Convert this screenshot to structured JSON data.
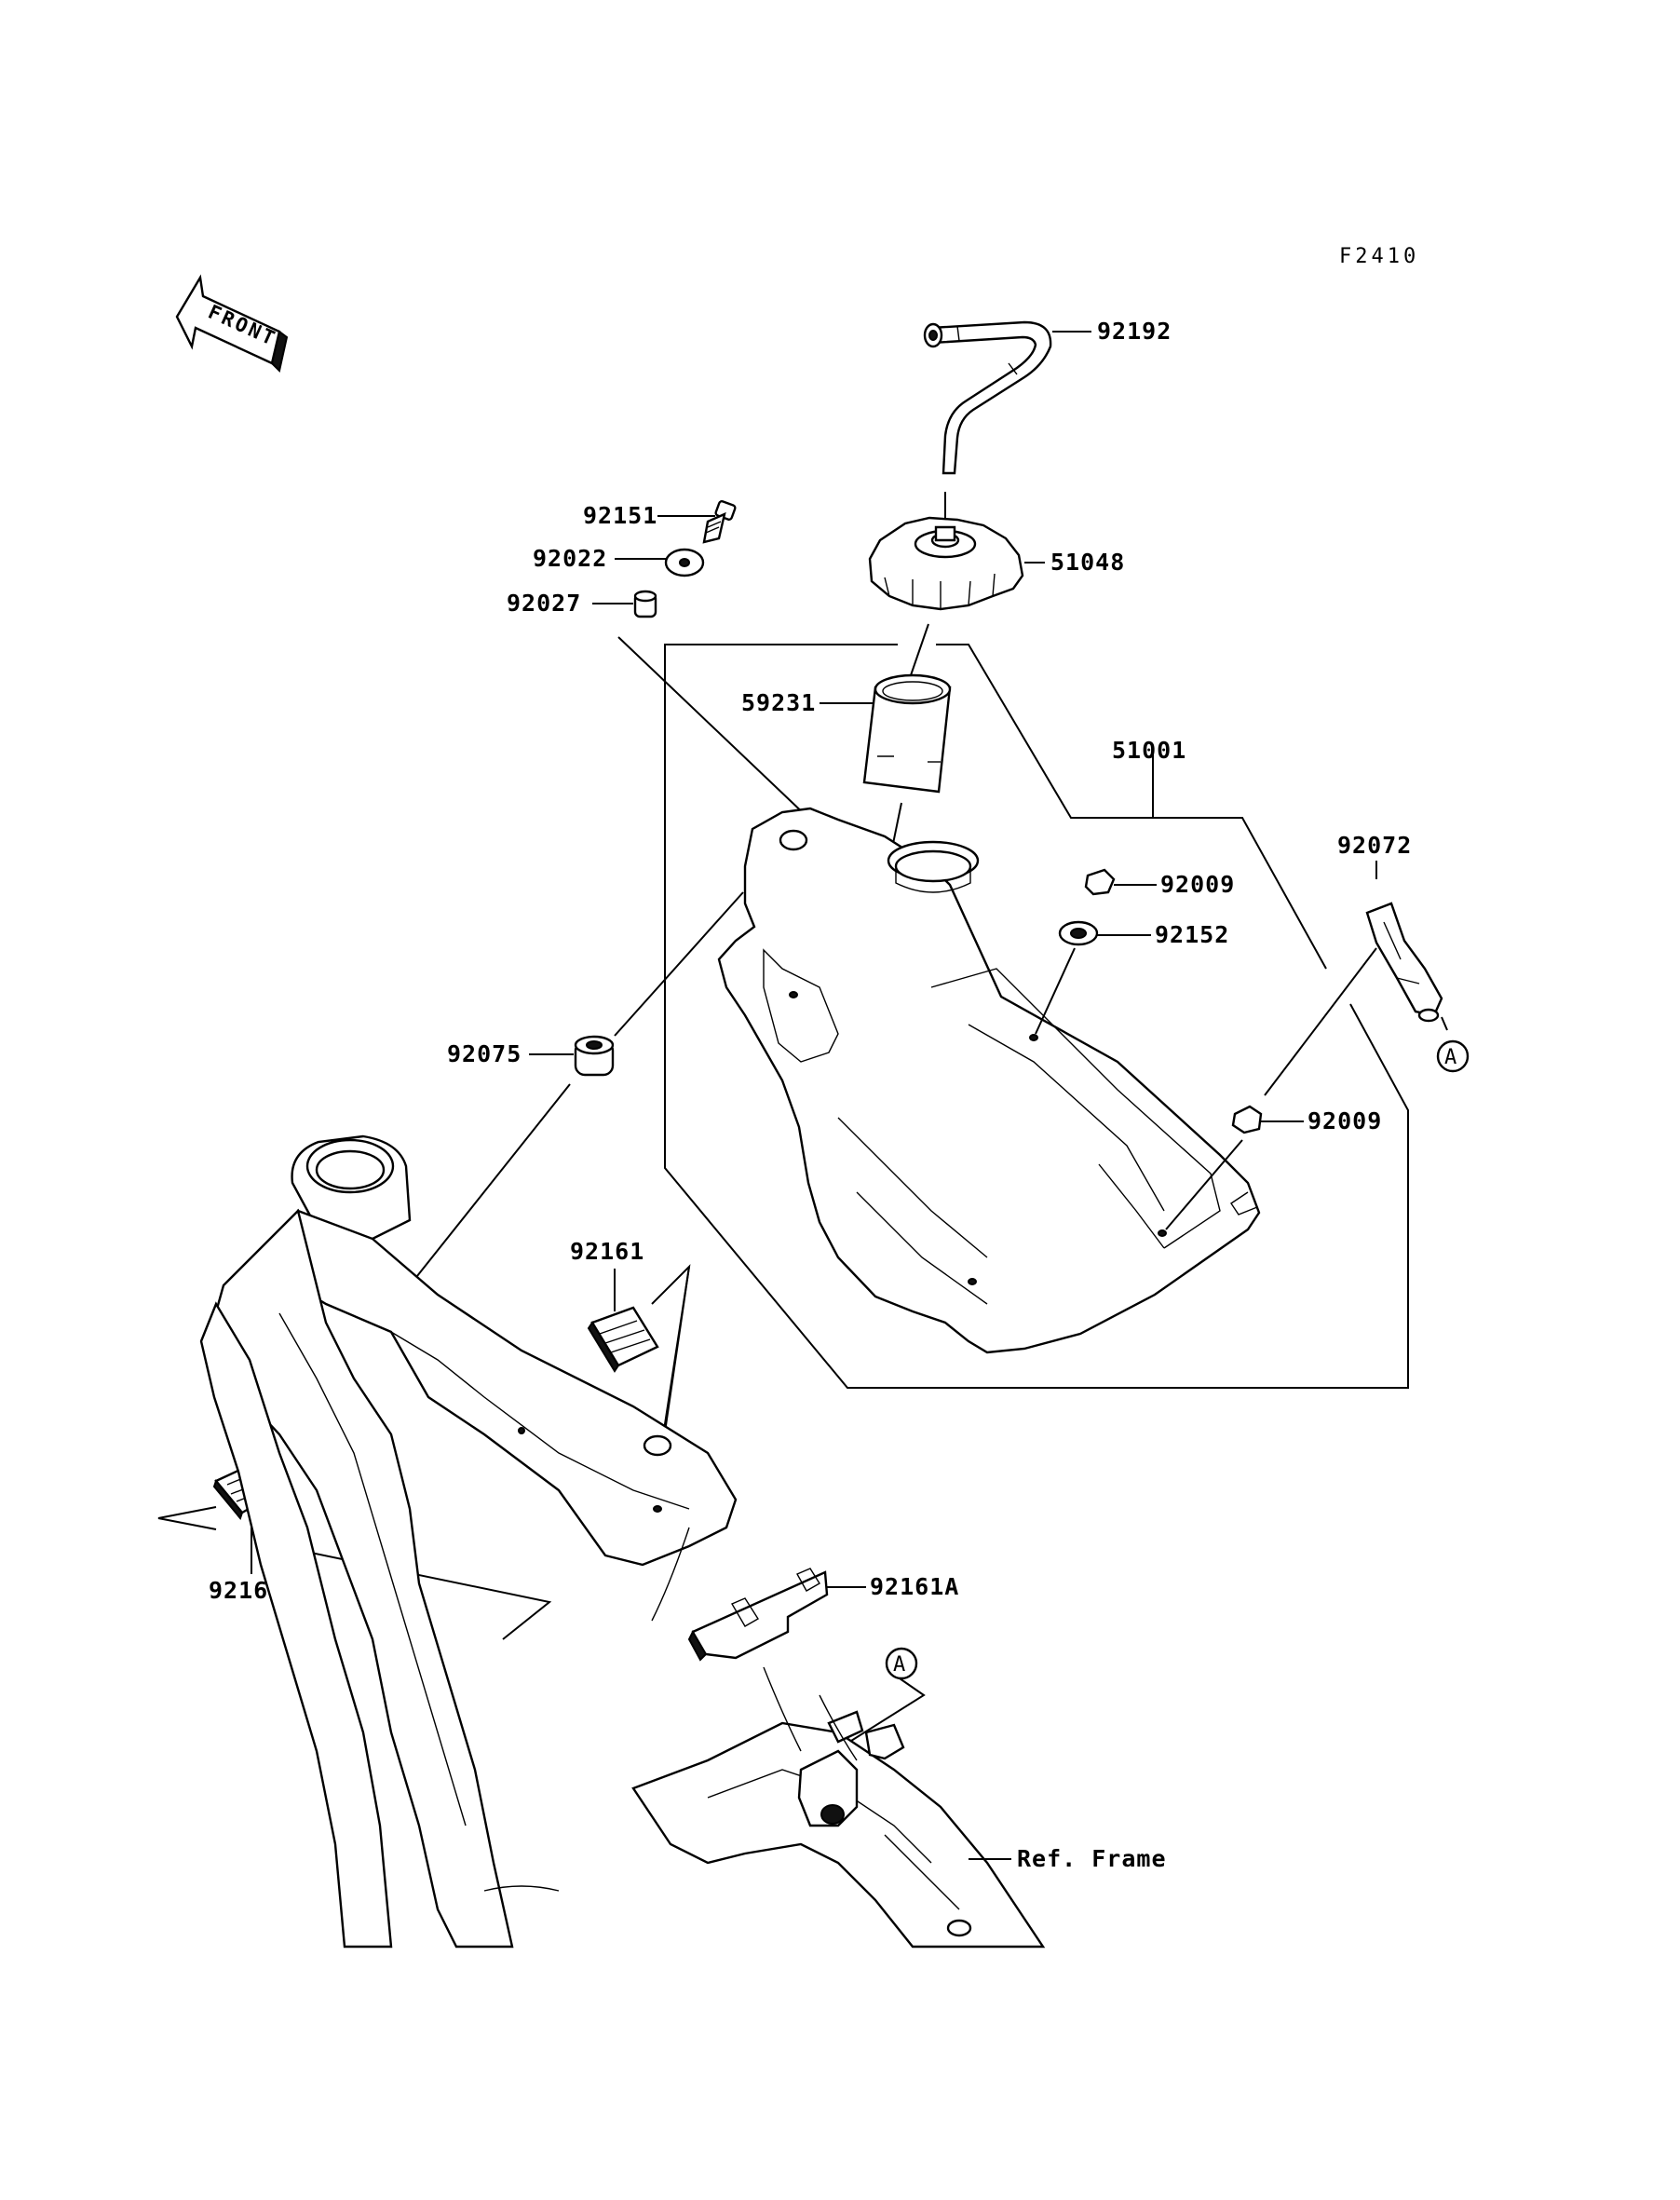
{
  "diagram": {
    "code": "F2410",
    "front_label": "FRONT",
    "ref_frame_label": "Ref. Frame",
    "reference_marker": "A"
  },
  "parts": [
    {
      "number": "92192"
    },
    {
      "number": "92151"
    },
    {
      "number": "92022"
    },
    {
      "number": "92027"
    },
    {
      "number": "51048"
    },
    {
      "number": "59231"
    },
    {
      "number": "51001"
    },
    {
      "number": "92009"
    },
    {
      "number": "92152"
    },
    {
      "number": "92072"
    },
    {
      "number": "92075"
    },
    {
      "number": "92009"
    },
    {
      "number": "92161"
    },
    {
      "number": "92161"
    },
    {
      "number": "92161A"
    }
  ],
  "colors": {
    "line": "#000000",
    "background": "#ffffff"
  }
}
